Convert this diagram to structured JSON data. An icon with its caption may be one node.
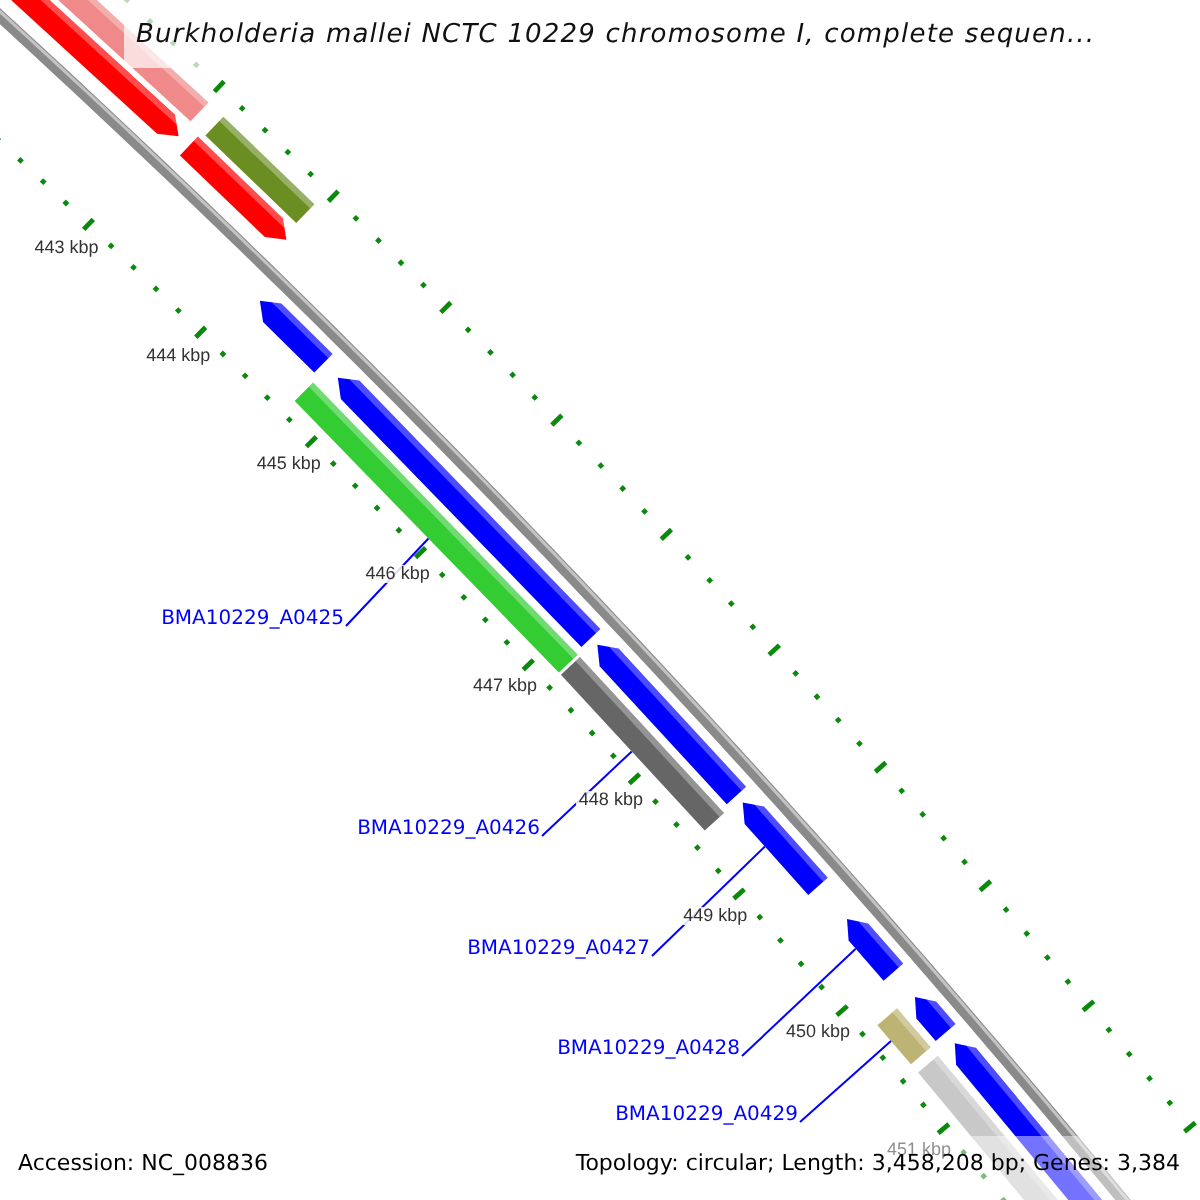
{
  "diagram": {
    "title": "Burkholderia mallei NCTC 10229 chromosome I, complete sequen...",
    "nodes": [
      {
        "text": [
          "BMA10229_A0425"
        ]
      },
      {
        "text": [
          "BMA10229_A0426"
        ]
      },
      {
        "text": [
          "BMA10229_A0427"
        ]
      },
      {
        "text": [
          "BMA10229_A0428"
        ]
      },
      {
        "text": [
          "BMA10229_A0429"
        ]
      },
      {
        "text": [],
        "shape": "bar"
      },
      {
        "text": [],
        "shape": "bar"
      },
      {
        "text": [],
        "shape": "arrow"
      },
      {
        "text": [],
        "shape": "arrow"
      },
      {
        "text": [],
        "shape": "bar"
      }
    ],
    "edges": [
      {
        "from": 0,
        "to": 5,
        "arrow": "none"
      },
      {
        "from": 1,
        "to": 6,
        "arrow": "none"
      },
      {
        "from": 2,
        "to": 7,
        "arrow": "none"
      },
      {
        "from": 3,
        "to": 8,
        "arrow": "none"
      },
      {
        "from": 4,
        "to": 9,
        "arrow": "none"
      }
    ],
    "labels": [
      "443 kbp",
      "444 kbp",
      "445 kbp",
      "446 kbp",
      "447 kbp",
      "448 kbp",
      "449 kbp",
      "450 kbp",
      "451 kbp",
      "Accession: NC_008836",
      "Topology: circular; Length: 3,458,208 bp; Genes: 3,384"
    ]
  }
}
